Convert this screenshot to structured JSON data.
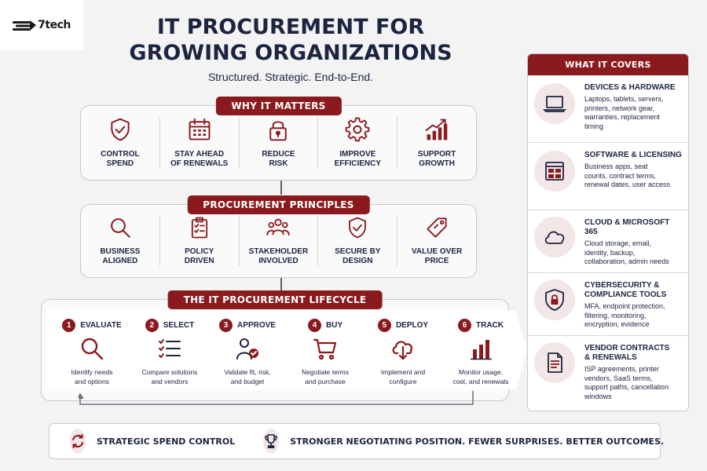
{
  "brand": {
    "name": "7tech"
  },
  "header": {
    "title_line1": "IT PROCUREMENT FOR",
    "title_line2": "GROWING ORGANIZATIONS",
    "subtitle": "Structured. Strategic. End-to-End."
  },
  "why": {
    "label": "WHY IT MATTERS",
    "items": [
      {
        "label": "CONTROL\nSPEND",
        "icon": "shield-check-icon"
      },
      {
        "label": "STAY AHEAD\nOF RENEWALS",
        "icon": "calendar-icon"
      },
      {
        "label": "REDUCE\nRISK",
        "icon": "lock-icon"
      },
      {
        "label": "IMPROVE\nEFFICIENCY",
        "icon": "gear-icon"
      },
      {
        "label": "SUPPORT\nGROWTH",
        "icon": "growth-chart-icon"
      }
    ]
  },
  "principles": {
    "label": "PROCUREMENT PRINCIPLES",
    "items": [
      {
        "label": "BUSINESS\nALIGNED",
        "icon": "magnifier-icon"
      },
      {
        "label": "POLICY\nDRIVEN",
        "icon": "clipboard-icon"
      },
      {
        "label": "STAKEHOLDER\nINVOLVED",
        "icon": "people-icon"
      },
      {
        "label": "SECURE BY\nDESIGN",
        "icon": "shield-check-icon"
      },
      {
        "label": "VALUE OVER\nPRICE",
        "icon": "price-tag-icon"
      }
    ]
  },
  "lifecycle": {
    "label": "THE IT PROCUREMENT LIFECYCLE",
    "steps": [
      {
        "num": "1",
        "title": "EVALUATE",
        "desc": "Identify needs\nand options",
        "icon": "magnifier-icon"
      },
      {
        "num": "2",
        "title": "SELECT",
        "desc": "Compare solutions\nand vendors",
        "icon": "checklist-icon"
      },
      {
        "num": "3",
        "title": "APPROVE",
        "desc": "Validate fit, risk,\nand budget",
        "icon": "user-approve-icon"
      },
      {
        "num": "4",
        "title": "BUY",
        "desc": "Negotiate terms\nand purchase",
        "icon": "cart-icon"
      },
      {
        "num": "5",
        "title": "DEPLOY",
        "desc": "Implement and\nconfigure",
        "icon": "cloud-download-icon"
      },
      {
        "num": "6",
        "title": "TRACK",
        "desc": "Monitor usage,\ncost, and renewals",
        "icon": "bar-chart-icon"
      }
    ]
  },
  "covers": {
    "label": "WHAT IT COVERS",
    "items": [
      {
        "title": "DEVICES & HARDWARE",
        "desc": "Laptops, tablets, servers,\nprinters, network gear,\nwarranties, replacement\ntiming",
        "icon": "laptop-icon"
      },
      {
        "title": "SOFTWARE & LICENSING",
        "desc": "Business apps, seat\ncounts, contract terms,\nrenewal dates, user access",
        "icon": "app-window-icon"
      },
      {
        "title": "CLOUD & MICROSOFT 365",
        "desc": "Cloud storage, email,\nidentity, backup,\ncollaboration, admin needs",
        "icon": "cloud-icon"
      },
      {
        "title": "CYBERSECURITY &\nCOMPLIANCE TOOLS",
        "desc": "MFA, endpoint protection,\nfiltering, monitoring,\nencryption, evidence",
        "icon": "shield-lock-icon"
      },
      {
        "title": "VENDOR CONTRACTS\n& RENEWALS",
        "desc": "ISP agreements, printer\nvendors, SaaS terms,\nsupport paths, cancellation\nwindows",
        "icon": "document-icon"
      }
    ]
  },
  "footer": {
    "left_text": "STRATEGIC SPEND CONTROL",
    "right_text": "STRONGER NEGOTIATING POSITION. FEWER SURPRISES. BETTER OUTCOMES.",
    "left_icon": "cycle-arrows-icon",
    "right_icon": "trophy-icon"
  },
  "colors": {
    "accent": "#8a1a1e",
    "navy": "#1c2440",
    "tint": "#f3e6e7"
  }
}
